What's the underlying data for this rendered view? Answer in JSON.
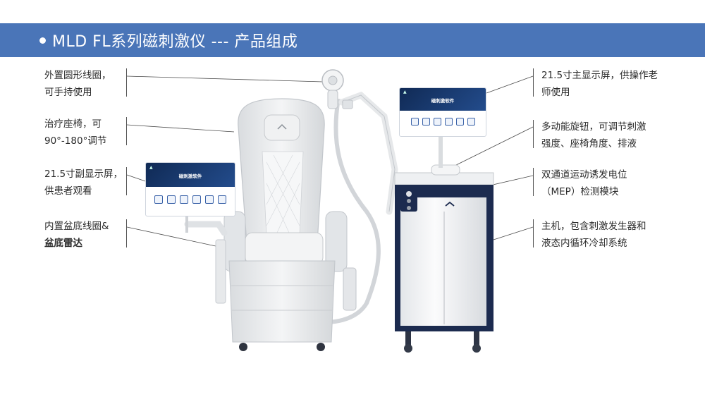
{
  "header": {
    "title": "MLD FL系列磁刺激仪 --- 产品组成"
  },
  "callouts": {
    "left": [
      {
        "line1": "外置圆形线圈，",
        "line2": "可手持使用"
      },
      {
        "line1": "治疗座椅，可",
        "line2": "90°-180°调节"
      },
      {
        "line1": "21.5寸副显示屏，",
        "line2": "供患者观看"
      },
      {
        "line1": "内置盆底线圈&",
        "line2": "盆底雷达"
      }
    ],
    "right": [
      {
        "line1": "21.5寸主显示屏，供操作老",
        "line2": "师使用"
      },
      {
        "line1": "多动能旋钮，可调节刺激",
        "line2": "强度、座椅角度、排液"
      },
      {
        "line1": "双通道运动诱发电位",
        "line2": "（MEP）检测模块"
      },
      {
        "line1": "主机，包含刺激发生器和",
        "line2": "液态内循环冷却系统"
      }
    ]
  },
  "screens": {
    "main_title": "磁刺激软件",
    "sub_title": "磁刺激软件"
  },
  "colors": {
    "header_bg": "#4a75b8",
    "screen_header": "#163a73",
    "device_navy": "#1c2b4f"
  }
}
